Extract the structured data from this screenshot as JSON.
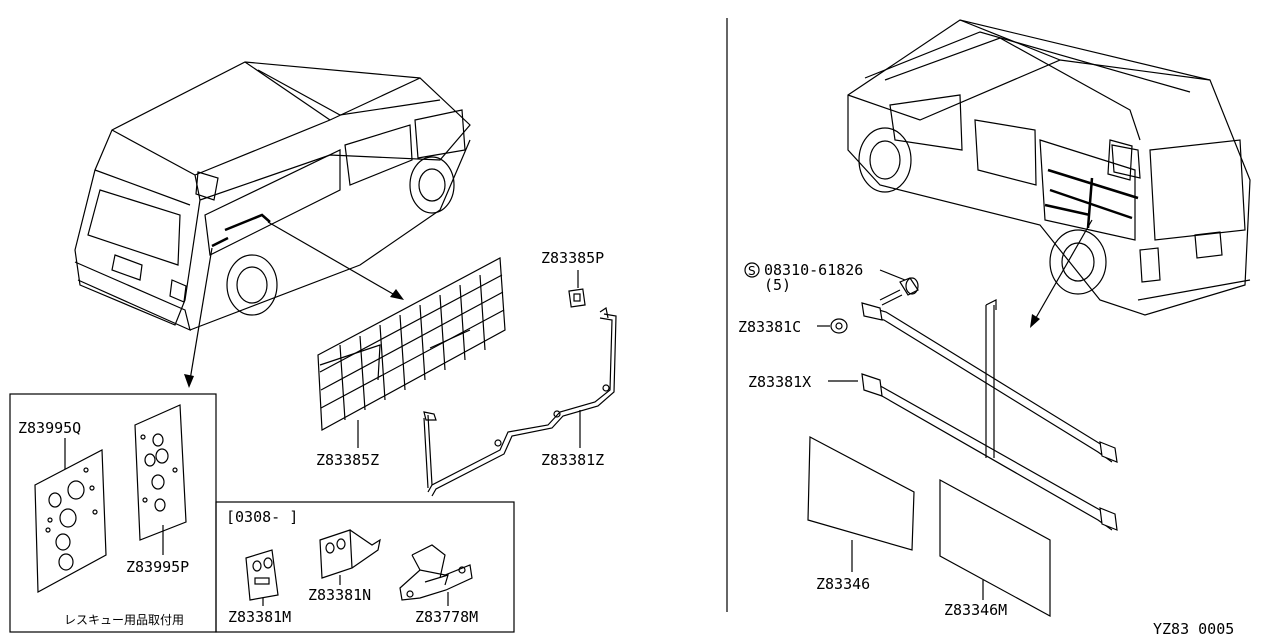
{
  "diagram_id": "YZ83  0005",
  "left_panel": {
    "labels": {
      "vapor_barrier_upper_clip": "Z83385P",
      "vapor_barrier": "Z83385Z",
      "harness_left": "Z83381Z",
      "rescue_plate_q": "Z83995Q",
      "rescue_plate_p": "Z83995P",
      "rescue_caption": "レスキュー用品取付用",
      "date_range": "[0308-    ]",
      "clip_m": "Z83381M",
      "bracket_n": "Z83381N",
      "bracket_778m": "Z83778M"
    }
  },
  "right_panel": {
    "labels": {
      "bolt": "08310-61826",
      "bolt_symbol": "S",
      "bolt_qty": "(5)",
      "nut": "Z83381C",
      "harness_x": "Z83381X",
      "pad_346": "Z83346",
      "pad_346m": "Z83346M"
    }
  }
}
